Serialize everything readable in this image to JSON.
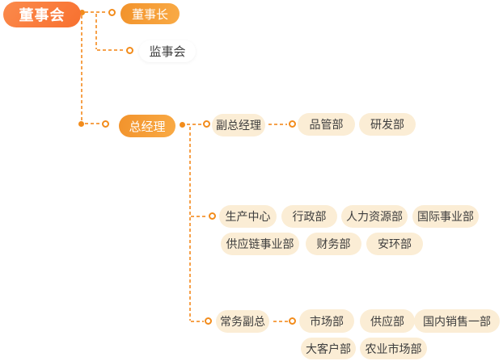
{
  "theme": {
    "canvas_bg": "#FFFFFF",
    "primary": "#F8702F",
    "secondary": "#F8A33E",
    "light_node": "#FBEDD5",
    "node_text": "#3D3D3D",
    "text_light": "#FFFFFF",
    "line": "#F6A14A",
    "dot": "#F28C1C"
  },
  "nodes": {
    "board": {
      "label": "董事会"
    },
    "chairman": {
      "label": "董事长"
    },
    "supervisory": {
      "label": "监事会"
    },
    "gm": {
      "label": "总经理"
    },
    "deputy_gm": {
      "label": "副总经理"
    },
    "quality": {
      "label": "品管部"
    },
    "rnd": {
      "label": "研发部"
    },
    "production": {
      "label": "生产中心"
    },
    "admin": {
      "label": "行政部"
    },
    "hr": {
      "label": "人力资源部"
    },
    "intl": {
      "label": "国际事业部"
    },
    "supply_chain": {
      "label": "供应链事业部"
    },
    "finance": {
      "label": "财务部"
    },
    "safety": {
      "label": "安环部"
    },
    "exec_deputy": {
      "label": "常务副总"
    },
    "marketing": {
      "label": "市场部"
    },
    "supply": {
      "label": "供应部"
    },
    "domestic_sales": {
      "label": "国内销售一部"
    },
    "key_accounts": {
      "label": "大客户部"
    },
    "agri_market": {
      "label": "农业市场部"
    }
  },
  "edges": [
    {
      "from": "board",
      "to": "chairman"
    },
    {
      "from": "board",
      "to": "supervisory"
    },
    {
      "from": "board",
      "to": "gm"
    },
    {
      "from": "gm",
      "to": "deputy_gm"
    },
    {
      "from": "deputy_gm",
      "to": "quality"
    },
    {
      "from": "deputy_gm",
      "to": "rnd"
    },
    {
      "from": "gm",
      "to": "production"
    },
    {
      "from": "gm",
      "to": "admin"
    },
    {
      "from": "gm",
      "to": "hr"
    },
    {
      "from": "gm",
      "to": "intl"
    },
    {
      "from": "gm",
      "to": "supply_chain"
    },
    {
      "from": "gm",
      "to": "finance"
    },
    {
      "from": "gm",
      "to": "safety"
    },
    {
      "from": "gm",
      "to": "exec_deputy"
    },
    {
      "from": "exec_deputy",
      "to": "marketing"
    },
    {
      "from": "exec_deputy",
      "to": "supply"
    },
    {
      "from": "exec_deputy",
      "to": "domestic_sales"
    },
    {
      "from": "exec_deputy",
      "to": "key_accounts"
    },
    {
      "from": "exec_deputy",
      "to": "agri_market"
    }
  ]
}
